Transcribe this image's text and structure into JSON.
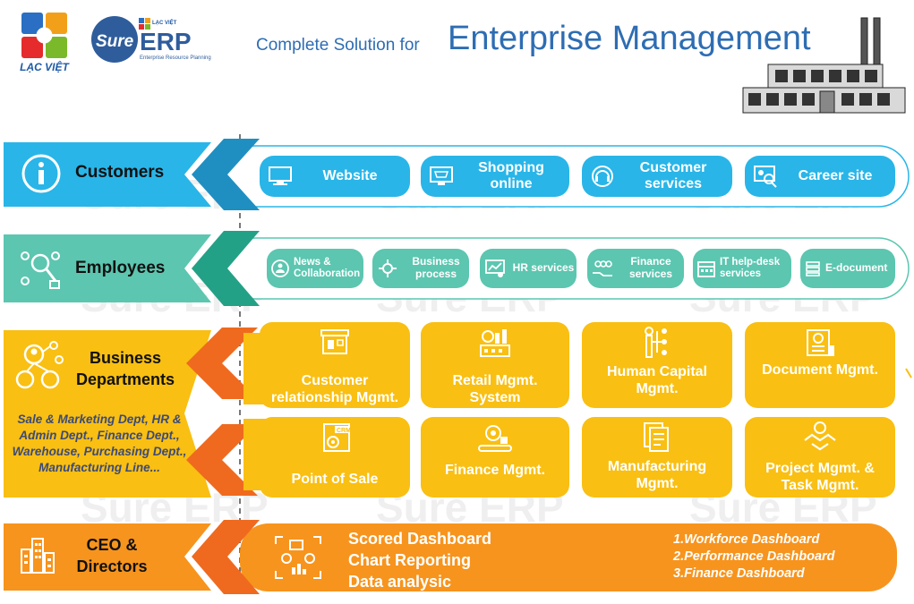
{
  "brand": {
    "lacviet": "LẠC VIỆT",
    "sure_small": "LẠC VIỆT",
    "sure_mark": "Sure",
    "erp": "ERP",
    "erp_sub": "Enterprise Resource Planning"
  },
  "header": {
    "subtitle": "Complete Solution for",
    "title": "Enterprise Management"
  },
  "watermark": {
    "sure": "Sure",
    "erp": "ERP"
  },
  "rows": {
    "customers": {
      "label": "Customers",
      "items": [
        "Website",
        "Shopping online",
        "Customer services",
        "Career site"
      ]
    },
    "employees": {
      "label": "Employees",
      "items": [
        "News & Collaboration",
        "Business process",
        "HR services",
        "Finance services",
        "IT help-desk services",
        "E-document"
      ]
    },
    "business": {
      "label": "Business Departments",
      "note": "Sale & Marketing Dept, HR & Admin Dept., Finance Dept., Warehouse, Purchasing Dept., Manufacturing Line...",
      "items": [
        "Customer relationship Mgmt.",
        "Retail Mgmt. System",
        "Human Capital Mgmt.",
        "Document Mgmt.",
        "Point of Sale",
        "Finance Mgmt.",
        "Manufacturing Mgmt.",
        "Project Mgmt. & Task Mgmt."
      ],
      "crm_badge": "CRM"
    },
    "ceo": {
      "label": "CEO & Directors",
      "lines": [
        "Scored Dashboard",
        "Chart Reporting",
        "Data analysic"
      ],
      "dashboards": [
        "1.Workforce Dashboard",
        "2.Performance Dashboard",
        "3.Finance Dashboard"
      ]
    }
  },
  "colors": {
    "blue": "#29b5e8",
    "blue_dark": "#1f8fc2",
    "teal": "#5cc6b0",
    "teal_dark": "#23a186",
    "yellow": "#f9bf12",
    "orange_dark": "#ef6a1f",
    "orange": "#f7941d",
    "title_blue": "#2e6db3"
  }
}
